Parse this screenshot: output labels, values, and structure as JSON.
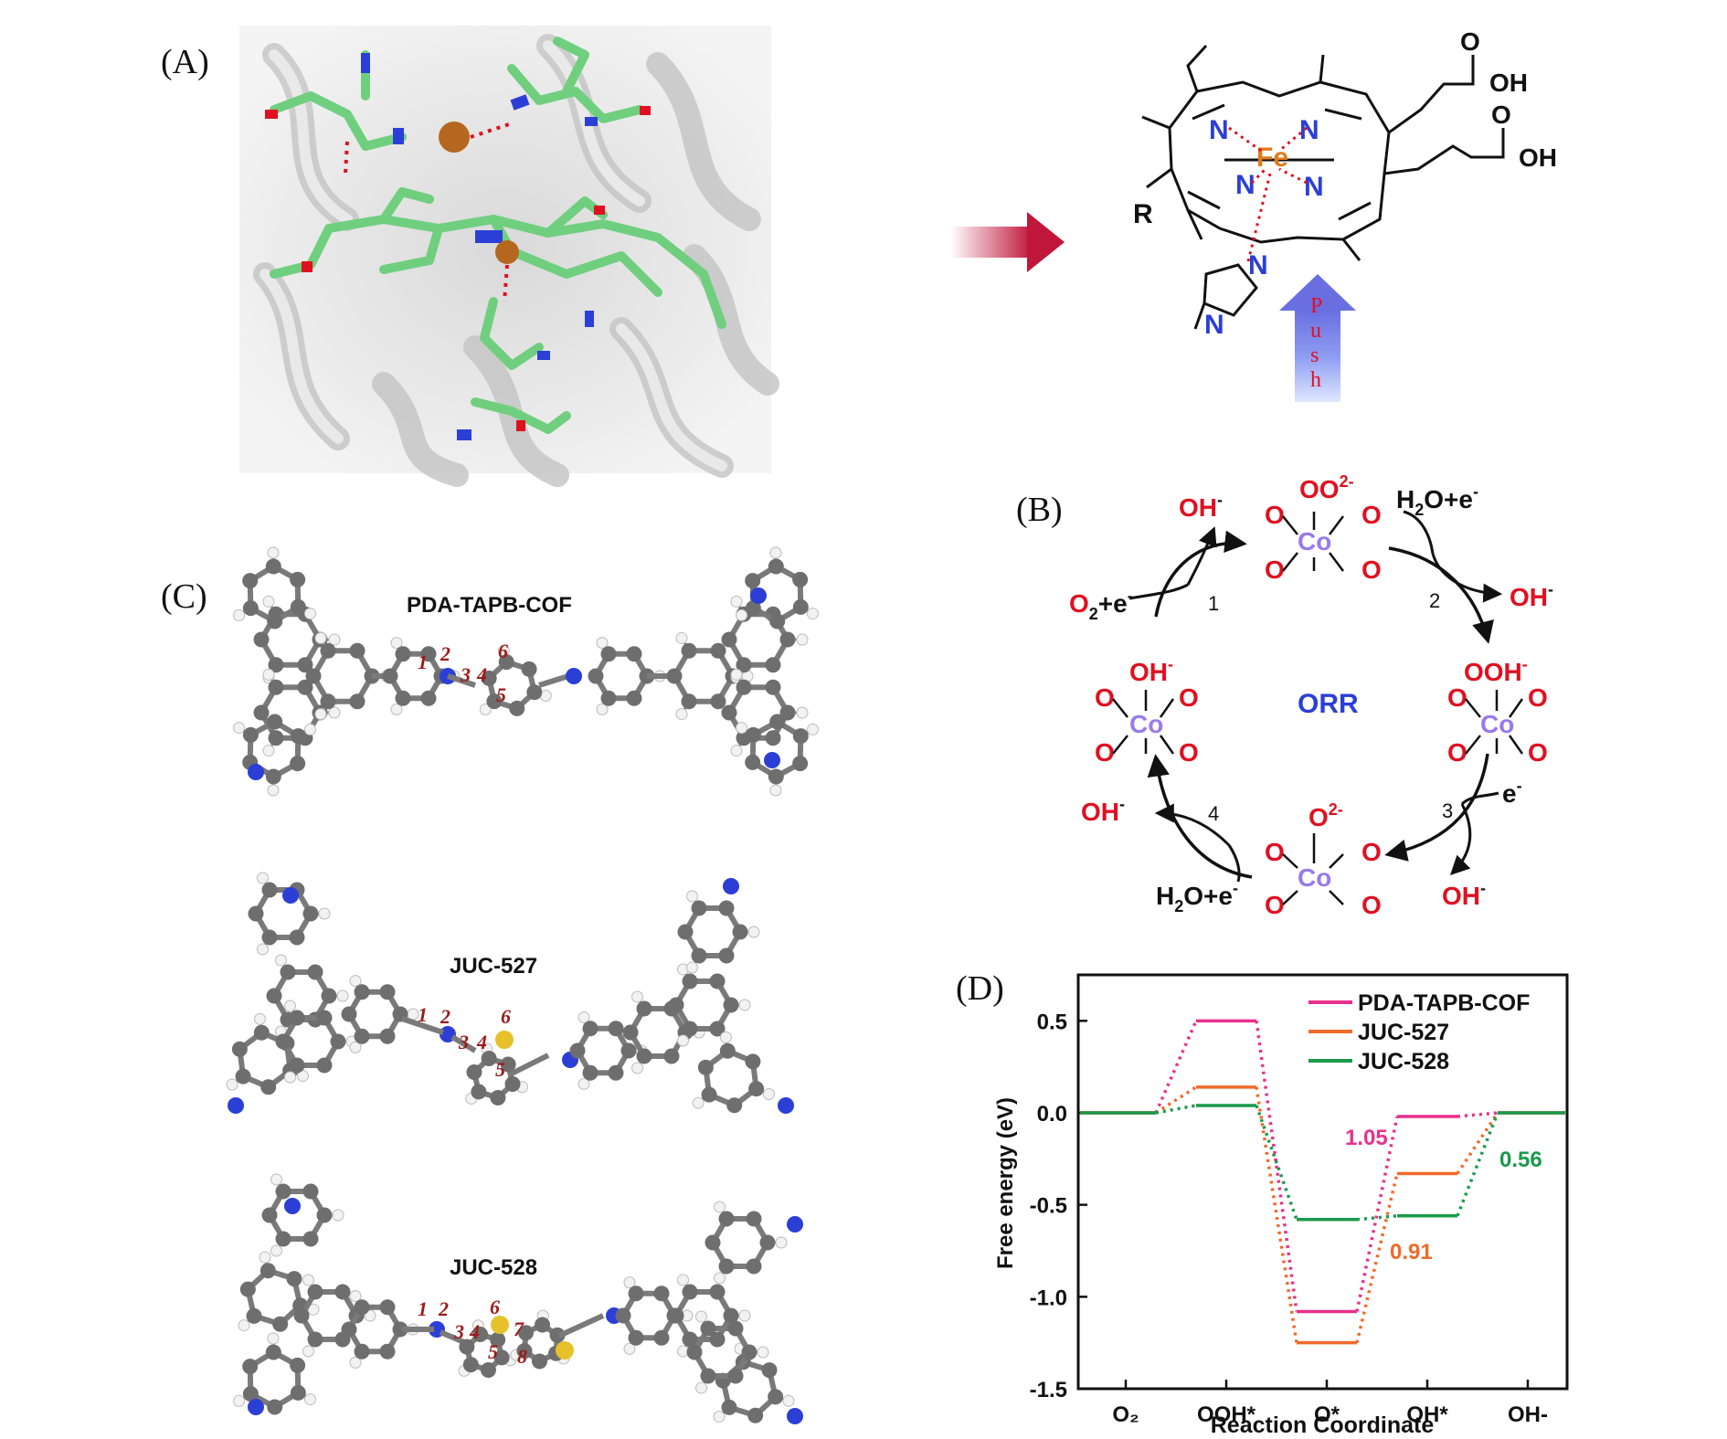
{
  "panels": {
    "a": "(A)",
    "b": "(B)",
    "c": "(C)",
    "d": "(D)"
  },
  "heme": {
    "fe": "Fe",
    "n": "N",
    "r": "R",
    "cooh_a": "OH",
    "cooh_b": "OH",
    "o": "O",
    "push": [
      "P",
      "u",
      "s",
      "h"
    ]
  },
  "orr": {
    "center": "ORR",
    "co": "Co",
    "o": "O",
    "top_species": "OO",
    "top_sup": "2-",
    "right_species": "OOH",
    "right_sup": "-",
    "bottom_species": "O",
    "bottom_sup": "2-",
    "left_species": "OH",
    "left_sup": "-",
    "steps": [
      "1",
      "2",
      "3",
      "4"
    ],
    "oh_out": "OH",
    "oh_sup": "-",
    "o2_in": "O",
    "o2_sub": "2",
    "o2_rest": "+e",
    "h2o_h": "H",
    "h2o_sub": "2",
    "h2o_rest": "O+e",
    "e_minus": "e",
    "minus": "-"
  },
  "cof": {
    "names": [
      "PDA-TAPB-COF",
      "JUC-527",
      "JUC-528"
    ],
    "labels_a": [
      "1",
      "2",
      "3",
      "4",
      "5",
      "6"
    ],
    "labels_b": [
      "1",
      "2",
      "3",
      "4",
      "5",
      "6"
    ],
    "labels_c": [
      "1",
      "2",
      "3",
      "4",
      "5",
      "6",
      "7",
      "8"
    ]
  },
  "chart_data": {
    "type": "line",
    "xlabel": "Reaction Coordinate",
    "ylabel": "Free energy (eV)",
    "categories": [
      "O₂",
      "OOH*",
      "O*",
      "OH*",
      "OH-"
    ],
    "yticks": [
      "0.5",
      "0.0",
      "-0.5",
      "-1.0",
      "-1.5"
    ],
    "ylim": [
      -1.5,
      0.75
    ],
    "series": [
      {
        "name": "PDA-TAPB-COF",
        "color": "#e8308c",
        "values": [
          0.0,
          0.5,
          -1.08,
          -0.02,
          0.0
        ]
      },
      {
        "name": "JUC-527",
        "color": "#f06a2a",
        "values": [
          0.0,
          0.14,
          -1.25,
          -0.33,
          0.0
        ]
      },
      {
        "name": "JUC-528",
        "color": "#1a9a4a",
        "values": [
          0.0,
          0.04,
          -0.58,
          -0.56,
          0.0
        ]
      }
    ],
    "annotations": [
      {
        "text": "1.05",
        "color": "#e8308c"
      },
      {
        "text": "0.91",
        "color": "#f06a2a"
      },
      {
        "text": "0.56",
        "color": "#1a9a4a"
      }
    ],
    "legend": "top-right"
  },
  "colors": {
    "heme_green": "#6fcf7f",
    "nitrogen_blue": "#2b3fd6",
    "oxygen_red": "#e01020",
    "cobalt_purple": "#9a7ae8",
    "iron_orange": "#e07a1a",
    "atom_gray": "#6e6e6e"
  }
}
